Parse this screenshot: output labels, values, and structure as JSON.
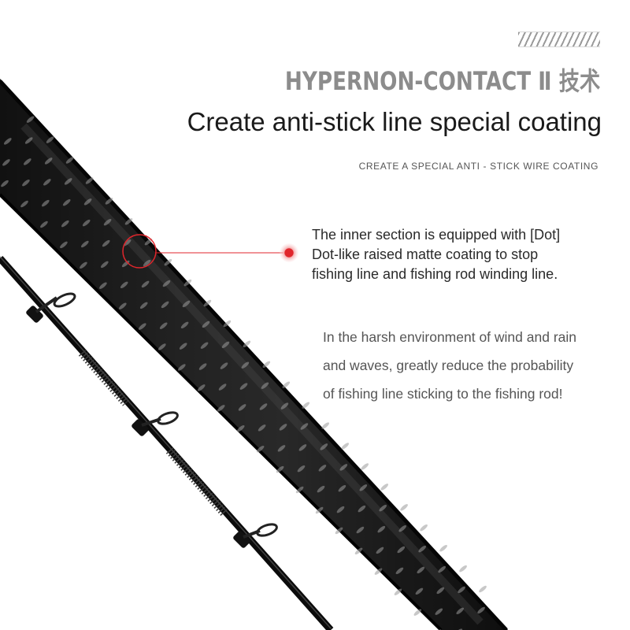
{
  "header": {
    "brand": "HYPERNON-CONTACT Ⅱ 技术",
    "headline": "Create anti-stick line special coating",
    "subheadline": "CREATE A SPECIAL ANTI - STICK WIRE COATING"
  },
  "callout": {
    "lines": [
      "The inner section is equipped with [Dot]",
      "Dot-like raised matte coating to stop",
      "fishing line and fishing rod winding line."
    ]
  },
  "description": {
    "lines": [
      "In the harsh environment of wind and rain",
      "and waves, greatly reduce the probability",
      "of fishing line sticking to the fishing rod!"
    ]
  },
  "colors": {
    "accent": "#e0262c",
    "rod": "#111111",
    "brand_gray": "#8c8c8c"
  }
}
